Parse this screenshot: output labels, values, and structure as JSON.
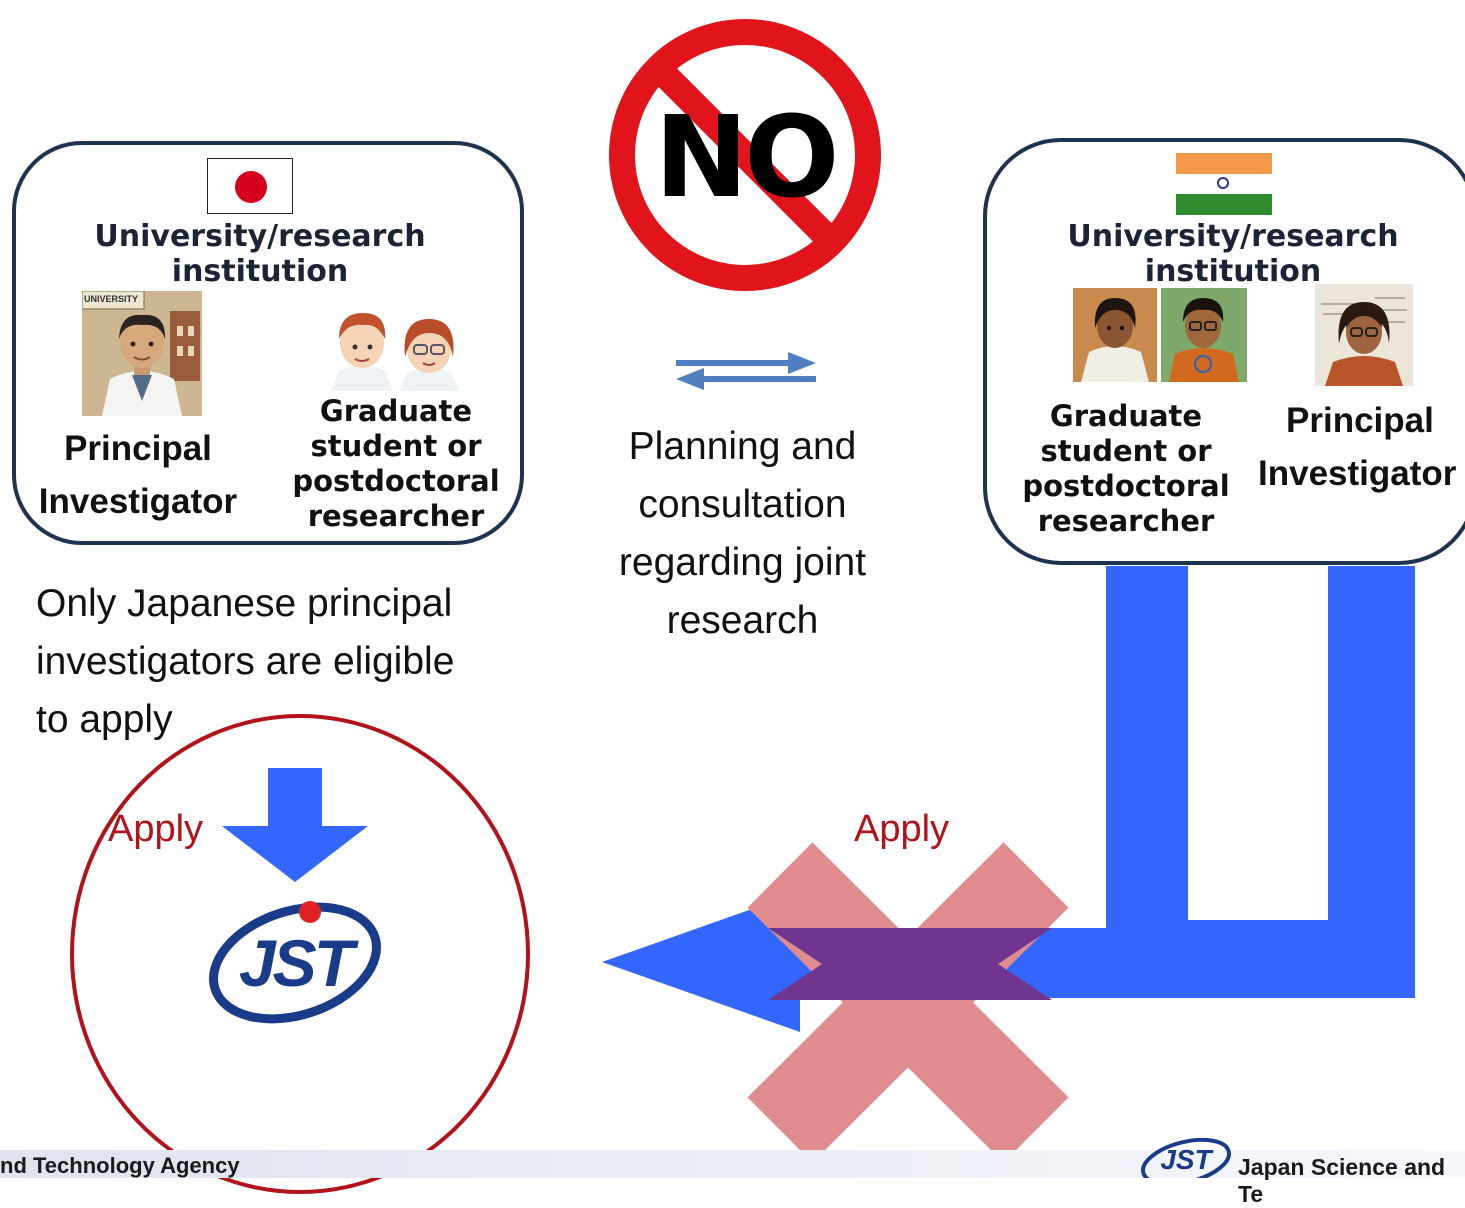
{
  "no_sign": {
    "text": "NO"
  },
  "japan_institution": {
    "title": "University/research institution",
    "title_line1": "University/research",
    "title_line2": "institution",
    "photo_label": "UNIVERSITY",
    "pi_line1": "Principal",
    "pi_line2": "Investigator",
    "student_lines": [
      "Graduate",
      "student or",
      "postdoctoral",
      "researcher"
    ]
  },
  "india_institution": {
    "title_line1": "University/research",
    "title_line2": "institution",
    "student_lines": [
      "Graduate",
      "student or",
      "postdoctoral",
      "researcher"
    ],
    "pi_line1": "Principal",
    "pi_line2": "Investigator"
  },
  "center_text": [
    "Planning and",
    "consultation",
    "regarding joint",
    "research"
  ],
  "eligibility_text": [
    "Only Japanese principal",
    "investigators are eligible",
    "to apply"
  ],
  "apply_left": "Apply",
  "apply_right": "Apply",
  "jst_logo_text": "JST",
  "footer": {
    "left_text": "nd Technology Agency",
    "right_logo": "JST",
    "right_text": "Japan Science and Te"
  },
  "colors": {
    "arrow_blue": "#3366ff",
    "cross_pink": "#e08b8d",
    "overlap_purple": "#70358f",
    "circle_red": "#b3121b",
    "box_border": "#1e3350",
    "no_red": "#e1141c"
  }
}
